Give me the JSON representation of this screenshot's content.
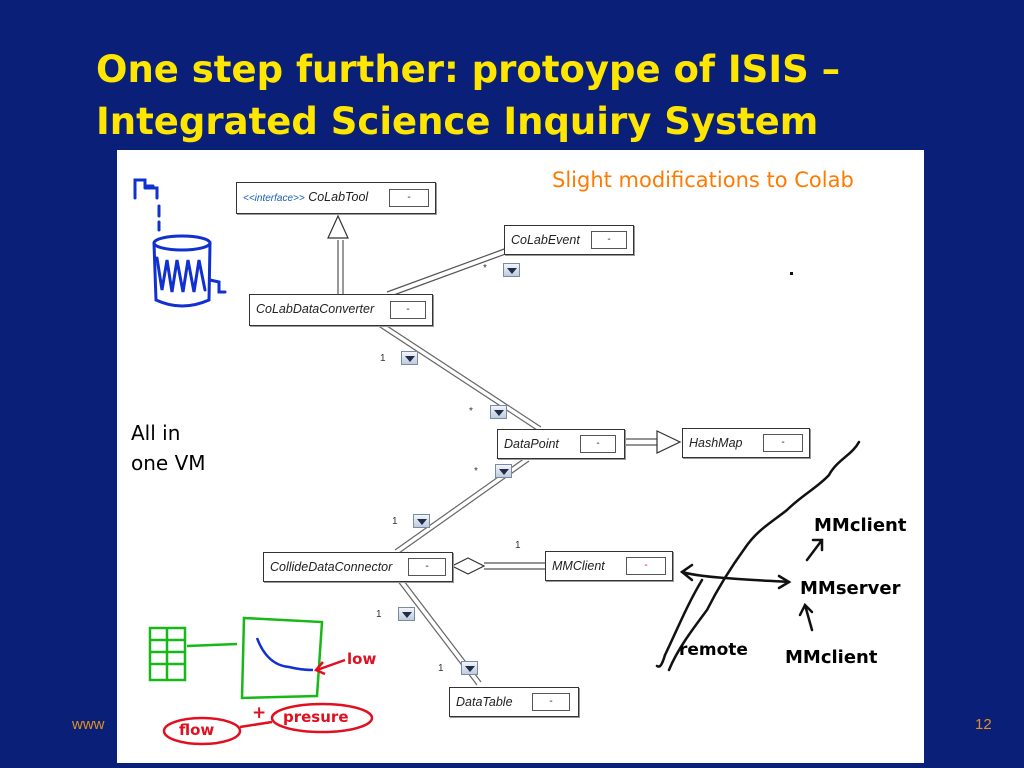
{
  "slide": {
    "title_line1": "One step further: protoype of ISIS –",
    "title_line2": "Integrated Science Inquiry System",
    "footer_left": "www",
    "slide_number": "12"
  },
  "uml": {
    "stereotype": "<<interface>>",
    "colabtool": "CoLabTool",
    "colabevent": "CoLabEvent",
    "converter": "CoLabDataConverter",
    "datapoint": "DataPoint",
    "hashmap": "HashMap",
    "collide": "CollideDataConnector",
    "mmclient": "MMClient",
    "datatable": "DataTable",
    "field_value": "-",
    "multiplicities": {
      "m1": "*",
      "m2": "1",
      "m3": "*",
      "m4": "*",
      "m5": "1",
      "m6": "1",
      "m7": "1",
      "m8": "1"
    }
  },
  "annotations": {
    "header": "Slight modifications to Colab",
    "all_in_line1": "All in",
    "all_in_line2": "one VM",
    "mmclient_top": "MMclient",
    "mmserver": "MMserver",
    "mmclient_bottom": "MMclient",
    "remote": "remote",
    "low": "low",
    "flow": "flow",
    "plus": "+",
    "pressure": "presure"
  },
  "colors": {
    "background": "#0a1f78",
    "title": "#ffe600",
    "footer": "#e09020",
    "ink_orange": "#ff7a00",
    "ink_blue": "#1030d0",
    "ink_green": "#18b818",
    "ink_red": "#e01020"
  }
}
